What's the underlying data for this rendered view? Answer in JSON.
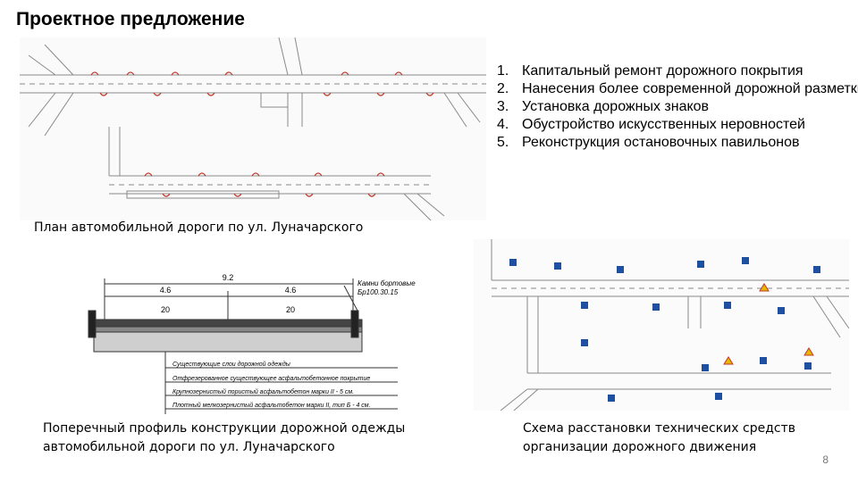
{
  "slide": {
    "title": "Проектное предложение",
    "page_number": "8"
  },
  "proposals": [
    {
      "num": "1.",
      "text": "Капитальный ремонт дорожного покрытия"
    },
    {
      "num": "2.",
      "text": "Нанесения более современной дорожной разметки"
    },
    {
      "num": "3.",
      "text": "Установка дорожных знаков"
    },
    {
      "num": "4.",
      "text": "Обустройство искусственных неровностей"
    },
    {
      "num": "5.",
      "text": "Реконструкция остановочных павильонов"
    }
  ],
  "road_plan": {
    "caption": "План автомобильной дороги по ул. Луначарского"
  },
  "cross_section": {
    "caption_line1": "Поперечный профиль конструкции дорожной одежды",
    "caption_line2": "автомобильной дороги по ул. Луначарского",
    "total_width": "9.2",
    "half_width_left": "4.6",
    "half_width_right": "4.6",
    "slope_left": "20",
    "slope_right": "20",
    "curb_label_line1": "Камни бортовые",
    "curb_label_line2": "Бр100.30.15",
    "layers": [
      "Существующие слои дорожной одежды",
      "Отфрезерованное существующее асфальтобетонное покрытие",
      "Крупнозернистый пористый асфальтобетон марки II - 5 см.",
      "Плотный мелкозернистый асфальтобетон марки II, тип Б - 4 см."
    ]
  },
  "traffic_scheme": {
    "caption_line1": "Схема расстановки технических средств",
    "caption_line2": "организации дорожного движения"
  },
  "colors": {
    "drawing_line": "#8a8a8a",
    "marking_red": "#c0392b",
    "sign_blue": "#1f4fa0",
    "sign_yellow": "#e6b800"
  }
}
